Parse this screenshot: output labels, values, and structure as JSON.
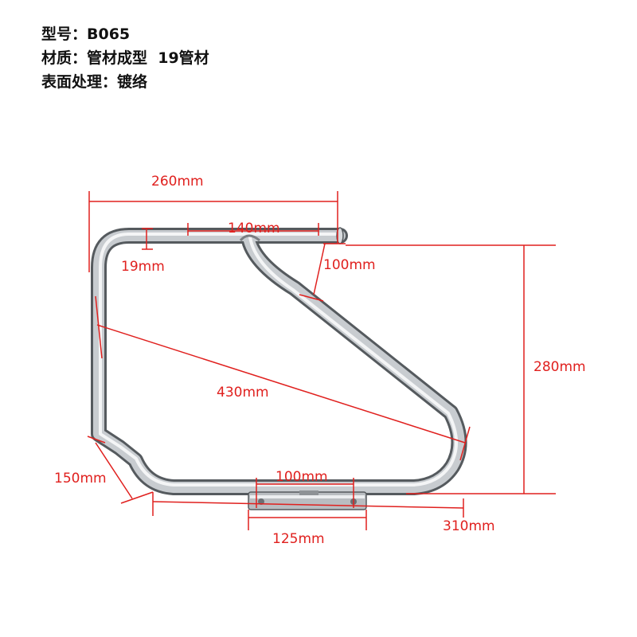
{
  "specs": {
    "model": "型号：B065",
    "material": "材质：管材成型  19管材",
    "finish": "表面处理：镀络"
  },
  "colors": {
    "dimension_red": "#e0201e",
    "text": "#111111",
    "chrome_dark": "#5f6366",
    "chrome_light": "#f4f5f6"
  },
  "dimensions": {
    "overall_width": "260mm",
    "top_bar": "140mm",
    "tube_diameter": "19mm",
    "upper_drop": "100mm",
    "height": "280mm",
    "diagonal": "430mm",
    "lower_bend": "150mm",
    "bottom_plate": "100mm",
    "plate_length": "125mm",
    "bottom_length": "310mm"
  }
}
